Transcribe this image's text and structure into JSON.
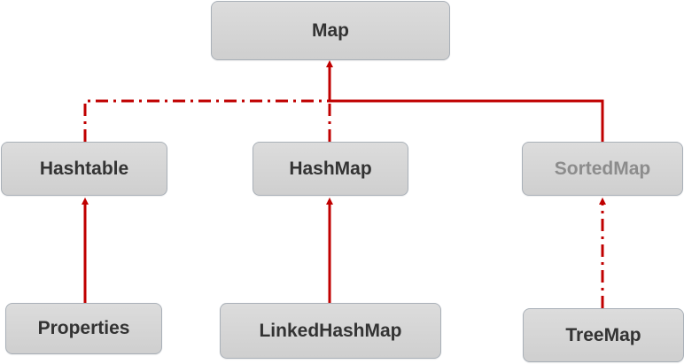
{
  "nodes": {
    "map": "Map",
    "hashtable": "Hashtable",
    "hashmap": "HashMap",
    "sortedmap": "SortedMap",
    "properties": "Properties",
    "linkedhashmap": "LinkedHashMap",
    "treemap": "TreeMap"
  },
  "colors": {
    "edge": "#c00000",
    "node_fill": "#d6d6d6",
    "node_border": "#a9b0b8",
    "text": "#333333",
    "muted_text": "#8c8c8c"
  }
}
